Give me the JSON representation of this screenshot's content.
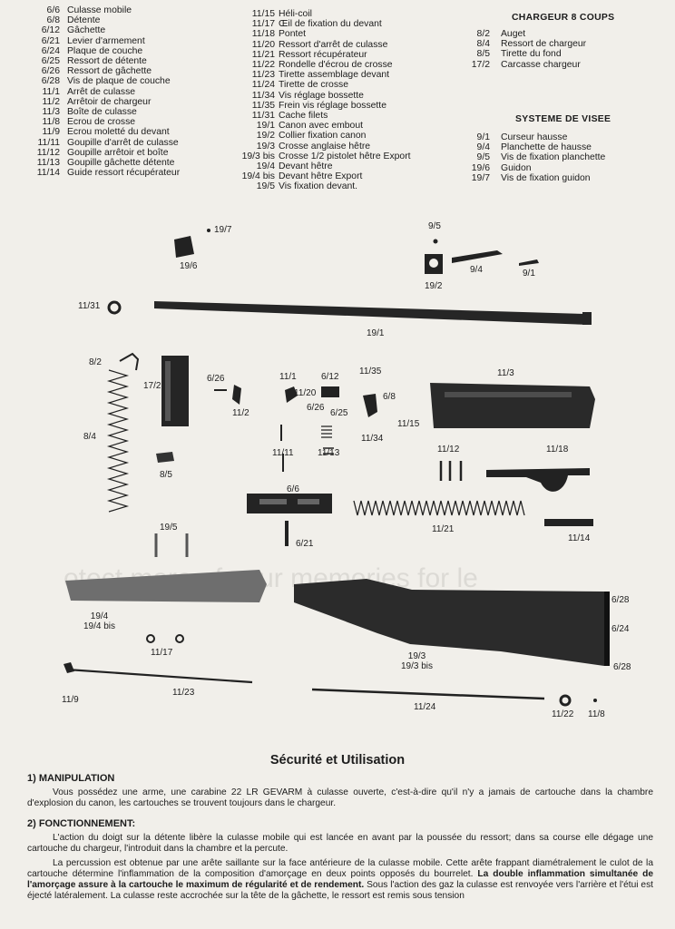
{
  "parts_col1": [
    {
      "code": "6/6",
      "label": "Culasse mobile"
    },
    {
      "code": "6/8",
      "label": "Détente"
    },
    {
      "code": "6/12",
      "label": "Gâchette"
    },
    {
      "code": "6/21",
      "label": "Levier d'armement"
    },
    {
      "code": "6/24",
      "label": "Plaque de couche"
    },
    {
      "code": "6/25",
      "label": "Ressort de détente"
    },
    {
      "code": "6/26",
      "label": "Ressort de gâchette"
    },
    {
      "code": "6/28",
      "label": "Vis de plaque de couche"
    },
    {
      "code": "11/1",
      "label": "Arrêt de culasse"
    },
    {
      "code": "11/2",
      "label": "Arrêtoir de chargeur"
    },
    {
      "code": "11/3",
      "label": "Boîte de culasse"
    },
    {
      "code": "11/8",
      "label": "Ecrou de crosse"
    },
    {
      "code": "11/9",
      "label": "Ecrou moletté du devant"
    },
    {
      "code": "11/11",
      "label": "Goupille d'arrêt de culasse"
    },
    {
      "code": "11/12",
      "label": "Goupille arrêtoir et boîte"
    },
    {
      "code": "11/13",
      "label": "Goupille gâchette détente"
    },
    {
      "code": "11/14",
      "label": "Guide ressort récupérateur"
    }
  ],
  "parts_col2": [
    {
      "code": "11/15",
      "label": "Héli-coil"
    },
    {
      "code": "11/17",
      "label": "Œil de fixation du devant"
    },
    {
      "code": "11/18",
      "label": "Pontet"
    },
    {
      "code": "11/20",
      "label": "Ressort d'arrêt de culasse"
    },
    {
      "code": "11/21",
      "label": "Ressort récupérateur"
    },
    {
      "code": "11/22",
      "label": "Rondelle d'écrou de crosse"
    },
    {
      "code": "11/23",
      "label": "Tirette assemblage devant"
    },
    {
      "code": "11/24",
      "label": "Tirette de crosse"
    },
    {
      "code": "11/34",
      "label": "Vis réglage bossette"
    },
    {
      "code": "11/35",
      "label": "Frein vis réglage bossette"
    },
    {
      "code": "11/31",
      "label": "Cache filets"
    },
    {
      "code": "19/1",
      "label": "Canon avec embout"
    },
    {
      "code": "19/2",
      "label": "Collier fixation canon"
    },
    {
      "code": "19/3",
      "label": "Crosse anglaise hêtre"
    },
    {
      "code": "19/3 bis",
      "label": "Crosse 1/2 pistolet hêtre Export"
    },
    {
      "code": "19/4",
      "label": "Devant hêtre"
    },
    {
      "code": "19/4 bis",
      "label": "Devant hêtre Export"
    },
    {
      "code": "19/5",
      "label": "Vis fixation devant."
    }
  ],
  "chargeur": {
    "title": "CHARGEUR 8 COUPS",
    "items": [
      {
        "code": "8/2",
        "label": "Auget"
      },
      {
        "code": "8/4",
        "label": "Ressort de chargeur"
      },
      {
        "code": "8/5",
        "label": "Tirette du fond"
      },
      {
        "code": "17/2",
        "label": "Carcasse chargeur"
      }
    ]
  },
  "visee": {
    "title": "SYSTEME DE VISEE",
    "items": [
      {
        "code": "9/1",
        "label": "Curseur hausse"
      },
      {
        "code": "9/4",
        "label": "Planchette de hausse"
      },
      {
        "code": "9/5",
        "label": "Vis de fixation planchette"
      },
      {
        "code": "19/6",
        "label": "Guidon"
      },
      {
        "code": "19/7",
        "label": "Vis de fixation guidon"
      }
    ]
  },
  "diagram_callouts": [
    {
      "id": "19-7",
      "text": "19/7"
    },
    {
      "id": "19-6",
      "text": "19/6"
    },
    {
      "id": "9-5",
      "text": "9/5"
    },
    {
      "id": "19-2",
      "text": "19/2"
    },
    {
      "id": "9-4",
      "text": "9/4"
    },
    {
      "id": "9-1",
      "text": "9/1"
    },
    {
      "id": "11-31",
      "text": "11/31"
    },
    {
      "id": "19-1",
      "text": "19/1"
    },
    {
      "id": "8-2",
      "text": "8/2"
    },
    {
      "id": "17-2",
      "text": "17/2"
    },
    {
      "id": "6-26a",
      "text": "6/26"
    },
    {
      "id": "11-2",
      "text": "11/2"
    },
    {
      "id": "11-1",
      "text": "11/1"
    },
    {
      "id": "11-20",
      "text": "11/20"
    },
    {
      "id": "6-12",
      "text": "6/12"
    },
    {
      "id": "6-26b",
      "text": "6/26"
    },
    {
      "id": "6-25",
      "text": "6/25"
    },
    {
      "id": "11-35",
      "text": "11/35"
    },
    {
      "id": "6-8",
      "text": "6/8"
    },
    {
      "id": "11-3",
      "text": "11/3"
    },
    {
      "id": "11-15",
      "text": "11/15"
    },
    {
      "id": "11-34",
      "text": "11/34"
    },
    {
      "id": "8-4",
      "text": "8/4"
    },
    {
      "id": "11-11",
      "text": "11/11"
    },
    {
      "id": "11-13",
      "text": "11/13"
    },
    {
      "id": "11-12",
      "text": "11/12"
    },
    {
      "id": "11-18",
      "text": "11/18"
    },
    {
      "id": "8-5",
      "text": "8/5"
    },
    {
      "id": "6-6",
      "text": "6/6"
    },
    {
      "id": "11-21",
      "text": "11/21"
    },
    {
      "id": "19-5",
      "text": "19/5"
    },
    {
      "id": "6-21",
      "text": "6/21"
    },
    {
      "id": "11-14",
      "text": "11/14"
    },
    {
      "id": "6-28a",
      "text": "6/28"
    },
    {
      "id": "19-4",
      "text": "19/4\n19/4 bis"
    },
    {
      "id": "6-24",
      "text": "6/24"
    },
    {
      "id": "11-17",
      "text": "11/17"
    },
    {
      "id": "19-3",
      "text": "19/3\n19/3 bis"
    },
    {
      "id": "6-28b",
      "text": "6/28"
    },
    {
      "id": "11-9",
      "text": "11/9"
    },
    {
      "id": "11-23",
      "text": "11/23"
    },
    {
      "id": "11-24",
      "text": "11/24"
    },
    {
      "id": "11-22",
      "text": "11/22"
    },
    {
      "id": "11-8",
      "text": "11/8"
    }
  ],
  "watermark": "otect more of your memories for le",
  "doc": {
    "title": "Sécurité et Utilisation",
    "sec1_heading": "1) MANIPULATION",
    "sec1_text": "Vous possédez une arme, une carabine 22 LR GEVARM à culasse ouverte, c'est-à-dire qu'il n'y a jamais de cartouche dans la chambre d'explosion du canon, les cartouches se trouvent toujours dans le chargeur.",
    "sec2_heading": "2) FONCTIONNEMENT:",
    "sec2_text1": "L'action du doigt sur la détente libère la culasse mobile qui est lancée en avant par la poussée du ressort; dans sa course elle dégage une cartouche du chargeur, l'introduit dans la chambre et la percute.",
    "sec2_text2a": "La percussion est obtenue par une arête saillante sur la face antérieure de la culasse mobile. Cette arête frappant diamétralement le culot de la cartouche détermine l'inflammation de la composition d'amorçage en deux points opposés du bourrelet.",
    "sec2_text2b": "La double inflammation simultanée de l'amorçage assure à la cartouche le maximum de régularité et de rendement.",
    "sec2_text2c": "Sous l'action des gaz la culasse est renvoyée vers l'arrière et l'étui est éjecté latéralement. La culasse reste accrochée sur la tête de la gâchette, le ressort est remis sous tension"
  }
}
